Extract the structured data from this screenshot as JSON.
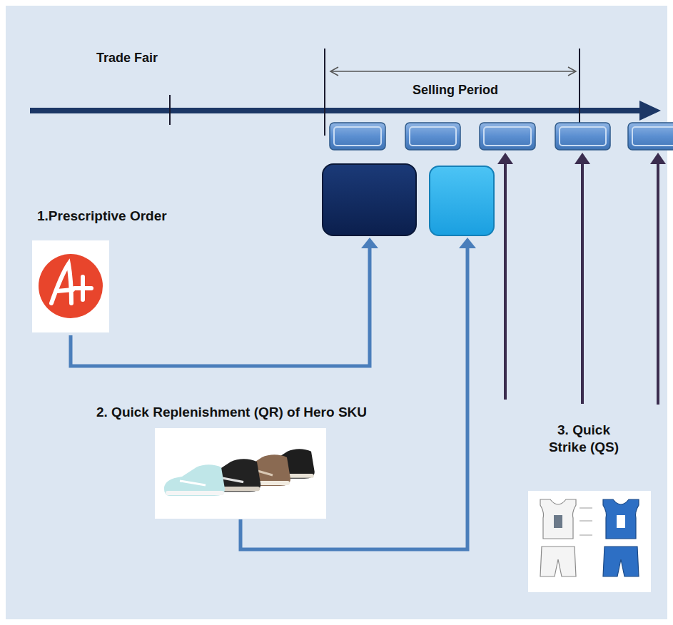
{
  "diagram": {
    "labels": [
      "Trade Fair",
      "Selling Period",
      "1.Prescriptive Order",
      "2. Quick Replenishment (QR) of Hero SKU",
      "3. Quick Strike (QS)"
    ]
  }
}
